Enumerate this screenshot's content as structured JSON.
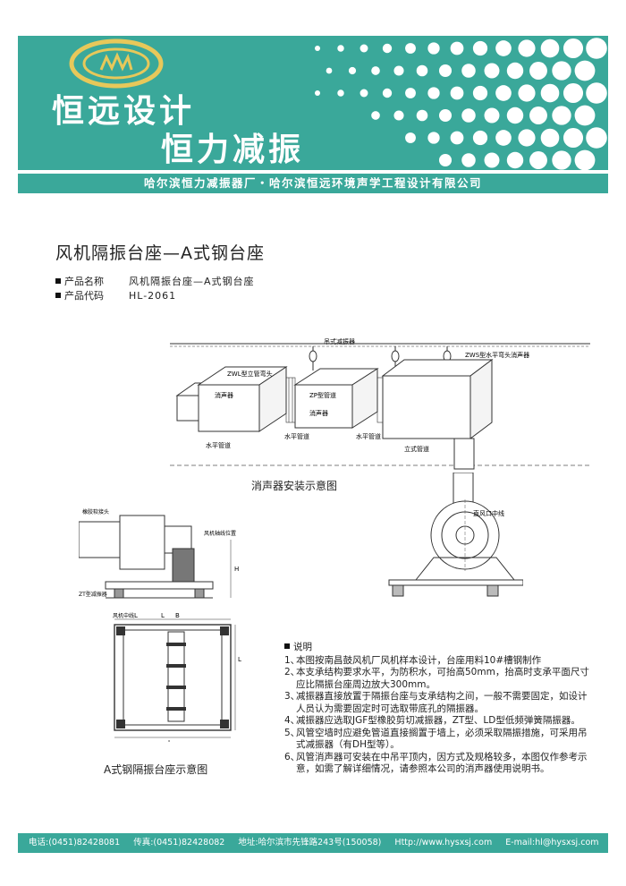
{
  "header": {
    "slogan_line1": "恒远设计",
    "slogan_line2": "恒力减振",
    "company_band": "哈尔滨恒力减振器厂・哈尔滨恒远环境声学工程设计有限公司",
    "brand_color": "#3aa89a"
  },
  "product": {
    "title": "风机隔振台座—A式钢台座",
    "name_label": "产品名称",
    "name_value": "风机隔振台座—A式钢台座",
    "code_label": "产品代码",
    "code_value": "HL-2061"
  },
  "figure1": {
    "caption": "消声器安装示意图",
    "labels": [
      "吊式减振器",
      "ZWS型水平弯头消声器",
      "ZWL型立管弯头",
      "消声器",
      "ZP型管道",
      "消声器",
      "水平管道",
      "水平管道",
      "水平管道",
      "立式管道",
      "直风口中线"
    ]
  },
  "figure2": {
    "caption": "A式钢隔振台座示意图",
    "labels": [
      "橡胶软接头",
      "ZT型减振器",
      "风机轴线位置",
      "风机中线",
      "L",
      "L",
      "B",
      "L",
      "L",
      "H"
    ]
  },
  "notes": {
    "heading": "说明",
    "items": [
      {
        "n": "1、",
        "text": "本图按南昌鼓风机厂风机样本设计，台座用料10#槽钢制作"
      },
      {
        "n": "2、",
        "text": "本支承结构要求水平，为防积水，可抬高50mm，抬高时支承平面尺寸应比隔振台座周边放大300mm。"
      },
      {
        "n": "3、",
        "text": "减振器直接放置于隔振台座与支承结构之间，一般不需要固定，如设计人员认为需要固定时可选取带底孔的隔振器。"
      },
      {
        "n": "4、",
        "text": "减振器应选取JGF型橡胶剪切减振器，ZT型、LD型低频弹簧隔振器。"
      },
      {
        "n": "5、",
        "text": "风管空墙时应避免管道直接搁置于墙上，必须采取隔振措施，可采用吊式减振器（有DH型等）。"
      },
      {
        "n": "6、",
        "text": "风管消声器可安装在中吊平顶内，因方式及规格较多，本图仅作参考示意，如需了解详细情况，请参照本公司的消声器使用说明书。"
      }
    ]
  },
  "footer": {
    "phone": "电话:(0451)82428081",
    "fax": "传真:(0451)82428082",
    "address": "地址:哈尔滨市先锋路243号(150058)",
    "website": "Http://www.hysxsj.com",
    "email": "E-mail:hl@hysxsj.com"
  }
}
